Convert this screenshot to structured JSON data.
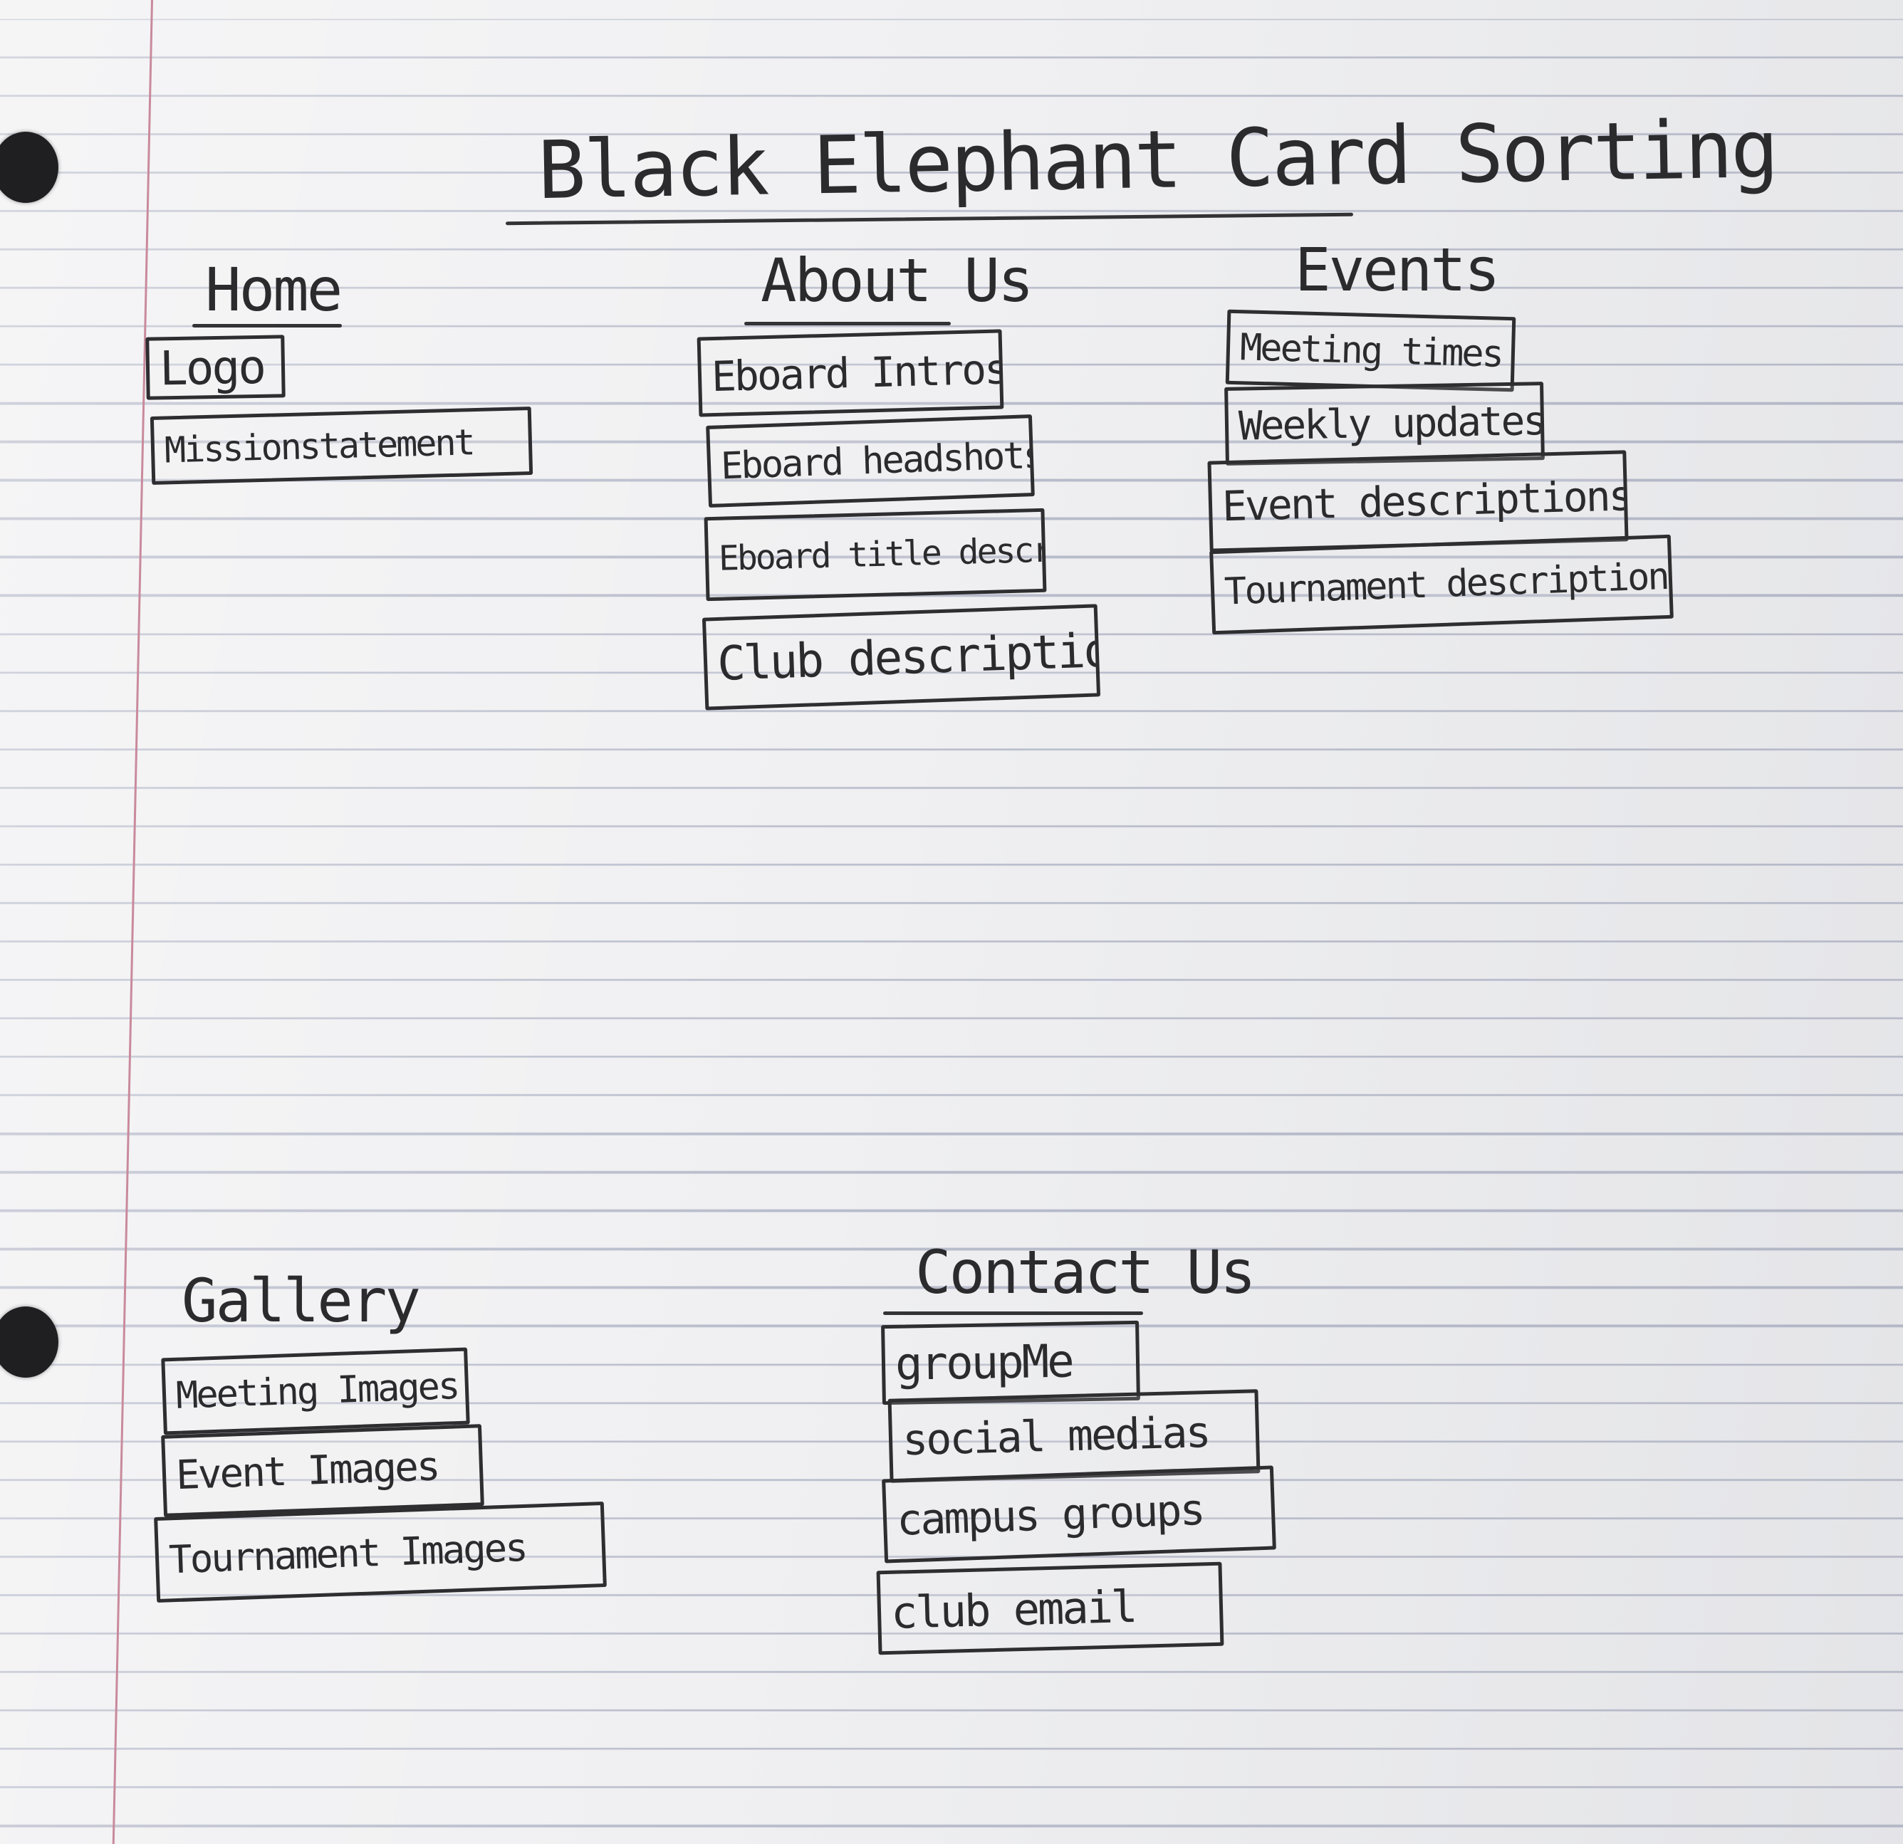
{
  "title": "Black Elephant Card Sorting",
  "groups": {
    "home": {
      "heading": "Home",
      "cards": [
        "Logo",
        "Missionstatement"
      ]
    },
    "about_us": {
      "heading": "About Us",
      "cards": [
        "Eboard Intros",
        "Eboard headshots",
        "Eboard title descrip.",
        "Club description"
      ]
    },
    "events": {
      "heading": "Events",
      "cards": [
        "Meeting times",
        "Weekly updates",
        "Event descriptions",
        "Tournament descriptions"
      ]
    },
    "gallery": {
      "heading": "Gallery",
      "cards": [
        "Meeting Images",
        "Event Images",
        "Tournament Images"
      ]
    },
    "contact_us": {
      "heading": "Contact Us",
      "cards": [
        "groupMe",
        "social medias",
        "campus groups",
        "club email"
      ]
    }
  },
  "colors": {
    "paper": "#f0f0f2",
    "rule_lines": "#b8bccb",
    "margin_line": "#c98a9c",
    "ink": "#2b2b2e"
  }
}
